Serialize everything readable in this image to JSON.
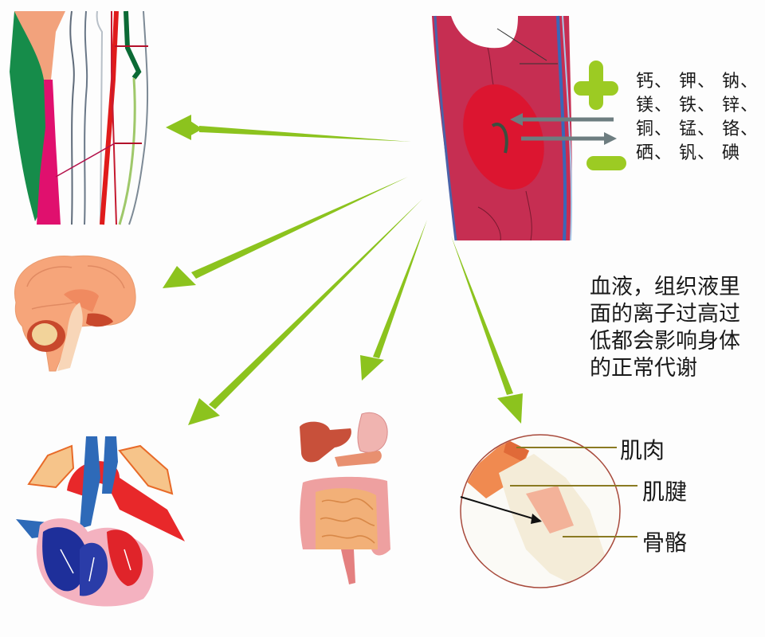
{
  "title": "Ion balance in blood and tissue fluid affects body metabolism",
  "center_image": {
    "name": "blood-vessel-cross-section",
    "exchange_arrows": [
      "in",
      "out"
    ],
    "plus_sign": "+",
    "minus_sign": "−"
  },
  "ions": {
    "rows": [
      [
        "钙、",
        "钾、",
        "钠、"
      ],
      [
        "镁、",
        "铁、",
        "锌、"
      ],
      [
        "铜、",
        "锰、",
        "铬、"
      ],
      [
        "硒、",
        "钒、",
        "碘"
      ]
    ]
  },
  "note": {
    "lines": [
      "血液，组织液里",
      "面的离子过高过",
      "低都会影响身体",
      "的正常代谢"
    ]
  },
  "targets": [
    {
      "name": "leg-muscle-vessels"
    },
    {
      "name": "brain"
    },
    {
      "name": "heart"
    },
    {
      "name": "digestive-system"
    },
    {
      "name": "musculoskeletal-joint"
    }
  ],
  "joint_labels": {
    "muscle": "肌肉",
    "tendon": "肌腱",
    "bone": "骨骼"
  },
  "colors": {
    "arrow_green": "#8cc31e",
    "plus_minus_green": "#9ccb23",
    "vessel_red": "#c8304e",
    "cell_red": "#d9162c",
    "exchange_arrow_gray": "#6d7d80",
    "text": "#1a1a1a"
  }
}
